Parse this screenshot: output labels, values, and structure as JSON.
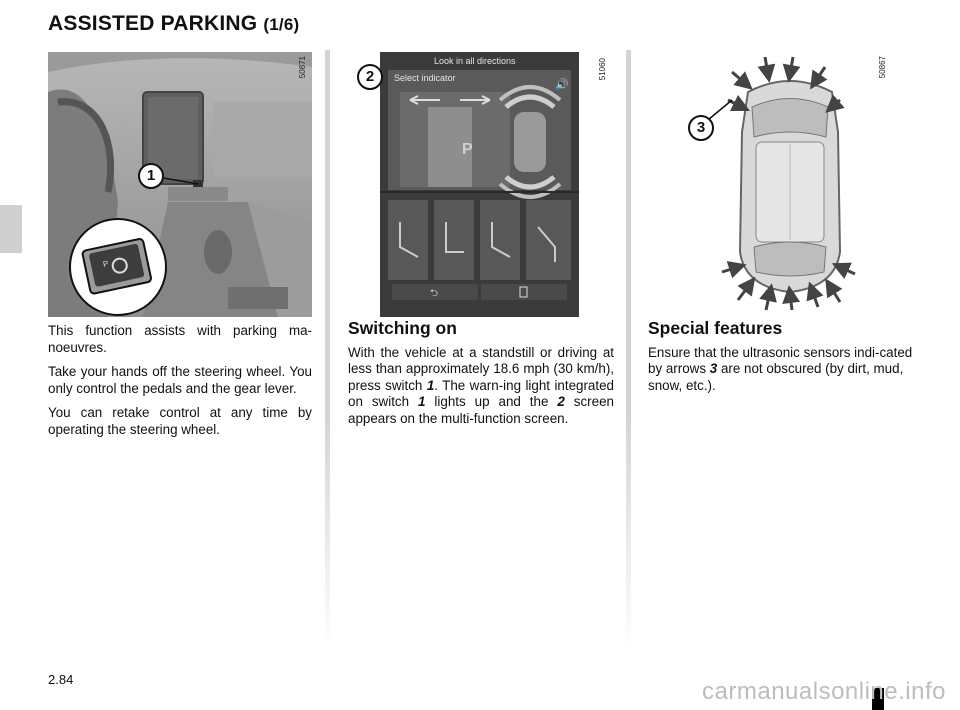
{
  "header": {
    "title": "ASSISTED PARKING",
    "subtitle": "(1/6)"
  },
  "figures": {
    "dashboard": {
      "code": "50871",
      "callout": "1"
    },
    "screen": {
      "code": "51060",
      "callout": "2",
      "top_text": "Look in all directions",
      "indicator_text": "Select indicator",
      "parking_letter": "P"
    },
    "vehicle": {
      "code": "50867",
      "callout": "3"
    }
  },
  "col1": {
    "p1": "This function assists with parking ma-noeuvres.",
    "p2": "Take your hands off the steering wheel. You only control the pedals and the gear lever.",
    "p3": "You can retake control at any time by operating the steering wheel."
  },
  "col2": {
    "heading": "Switching on",
    "body": {
      "a": "With the vehicle at a standstill or driving at less than approximately 18.6 mph (30 km/h), press switch ",
      "b": "1",
      "c": ". The warn-ing light integrated on switch ",
      "d": "1",
      "e": " lights up and the ",
      "f": "2",
      "g": " screen appears on the multi-function screen."
    }
  },
  "col3": {
    "heading": "Special features",
    "body": {
      "a": "Ensure that the ultrasonic sensors indi-cated by arrows ",
      "b": "3",
      "c": " are not obscured (by dirt, mud, snow, etc.)."
    }
  },
  "footer": {
    "page_number": "2.84",
    "watermark": "carmanualsonline.info"
  }
}
